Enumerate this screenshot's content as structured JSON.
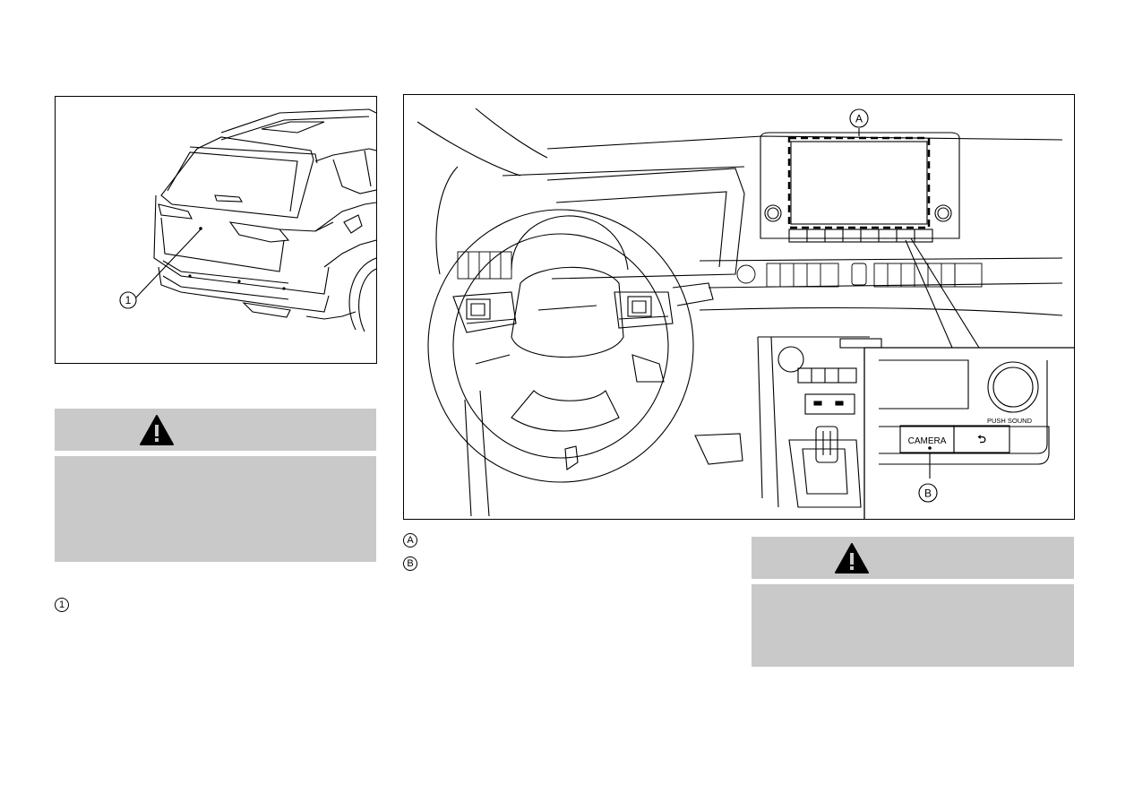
{
  "rear_figure": {
    "callout_1": "1"
  },
  "dash_figure": {
    "callout_a": "A",
    "callout_b": "B",
    "camera_button": "CAMERA",
    "push_sound_label": "PUSH SOUND",
    "back_glyph": "⮌"
  },
  "legend": {
    "a_marker": "A",
    "b_marker": "B",
    "one_marker": "1"
  },
  "colors": {
    "warning_bg": "#c9c9c9",
    "line": "#000000"
  },
  "icons": [
    "warning-triangle-icon",
    "warning-triangle-icon"
  ]
}
